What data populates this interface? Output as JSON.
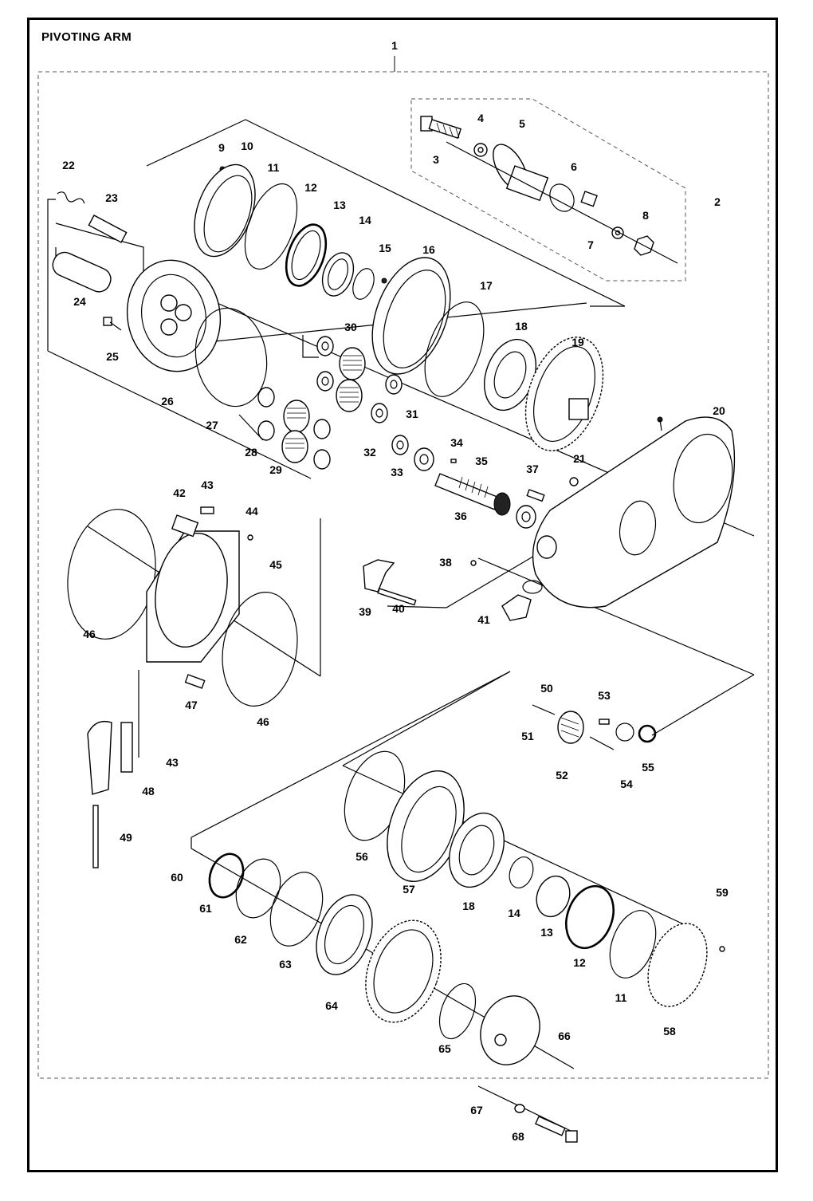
{
  "title": "PIVOTING ARM",
  "labels": [
    "1",
    "2",
    "3",
    "4",
    "5",
    "6",
    "7",
    "8",
    "9",
    "10",
    "11",
    "12",
    "13",
    "14",
    "15",
    "16",
    "17",
    "18",
    "19",
    "20",
    "21",
    "22",
    "23",
    "24",
    "25",
    "26",
    "27",
    "28",
    "29",
    "30",
    "31",
    "32",
    "33",
    "34",
    "35",
    "36",
    "37",
    "38",
    "39",
    "40",
    "41",
    "42",
    "43",
    "44",
    "45",
    "46",
    "47",
    "48",
    "49",
    "50",
    "51",
    "52",
    "53",
    "54",
    "55",
    "56",
    "57",
    "58",
    "59",
    "60",
    "61",
    "62",
    "63",
    "64",
    "65",
    "66",
    "67",
    "68"
  ]
}
